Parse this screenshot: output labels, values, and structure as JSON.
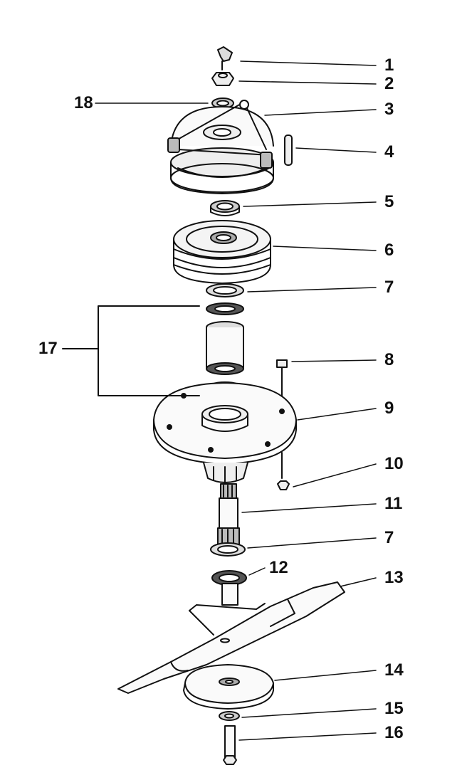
{
  "colors": {
    "ink": "#111111",
    "shade": "#555555",
    "paper": "#ffffff"
  },
  "callouts": {
    "c1": "1",
    "c2": "2",
    "c3": "3",
    "c4": "4",
    "c5": "5",
    "c6": "6",
    "c7a": "7",
    "c8": "8",
    "c9": "9",
    "c10": "10",
    "c11": "11",
    "c7b": "7",
    "c12": "12",
    "c13": "13",
    "c14": "14",
    "c15": "15",
    "c16": "16",
    "c17": "17",
    "c18": "18"
  },
  "parts": [
    "grease-fitting-icon",
    "nut-icon",
    "washer-icon",
    "spindle-housing-cover-icon",
    "pin-icon",
    "bearing-icon",
    "pulley-icon",
    "seal-icon",
    "bolt-icon",
    "spindle-housing-icon",
    "locknut-icon",
    "spindle-shaft-icon",
    "blade-icon",
    "blade-cup-icon",
    "washer-icon",
    "bolt-icon",
    "bearing-assembly-icon"
  ]
}
